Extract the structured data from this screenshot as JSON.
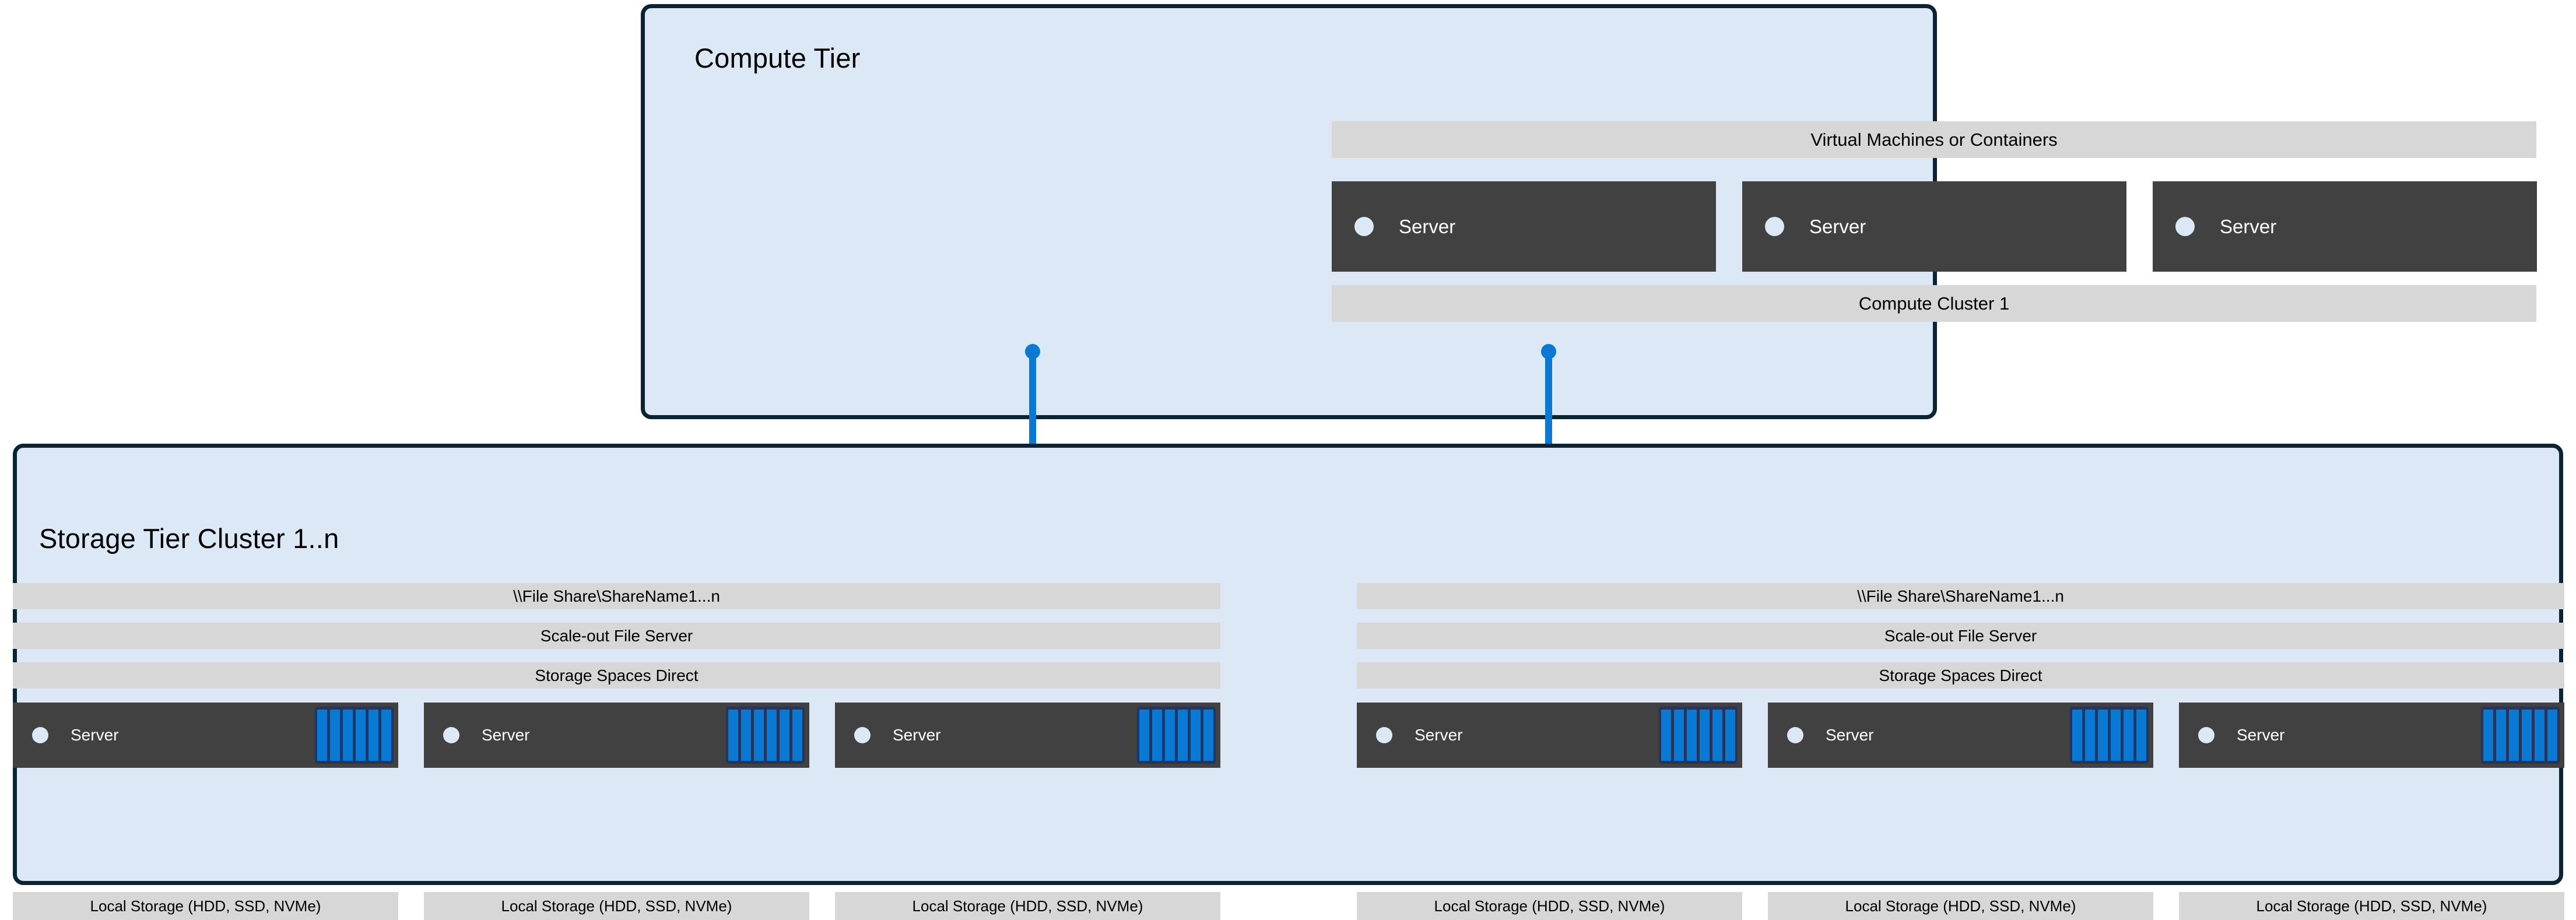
{
  "colors": {
    "panel_fill": "#dce8f6",
    "panel_border": "#0b2434",
    "bar_fill": "#d7d7d7",
    "server_fill": "#414141",
    "accent_blue": "#0a79d3",
    "disk_tray": "#23355e",
    "dot_fill": "#dce8f6"
  },
  "compute_tier": {
    "title": "Compute Tier",
    "top_bar_label": "Virtual Machines or Containers",
    "bottom_bar_label": "Compute Cluster 1",
    "servers": [
      {
        "label": "Server",
        "status_icon": "status-dot-icon"
      },
      {
        "label": "Server",
        "status_icon": "status-dot-icon"
      },
      {
        "label": "Server",
        "status_icon": "status-dot-icon"
      }
    ]
  },
  "connectors": [
    {
      "icon": "folder-icon",
      "endpoint_icon": "endpoint-dot-icon"
    },
    {
      "icon": "folder-icon",
      "endpoint_icon": "endpoint-dot-icon"
    }
  ],
  "storage_tier": {
    "title": "Storage Tier Cluster 1..n",
    "clusters": [
      {
        "bars": [
          "\\\\File Share\\ShareName1...n",
          "Scale-out File Server",
          "Storage Spaces Direct"
        ],
        "nodes": [
          {
            "label": "Server",
            "footer": "Local Storage (HDD, SSD, NVMe)",
            "disk_count": 6
          },
          {
            "label": "Server",
            "footer": "Local Storage (HDD, SSD, NVMe)",
            "disk_count": 6
          },
          {
            "label": "Server",
            "footer": "Local Storage (HDD, SSD, NVMe)",
            "disk_count": 6
          }
        ]
      },
      {
        "bars": [
          "\\\\File Share\\ShareName1...n",
          "Scale-out File Server",
          "Storage Spaces Direct"
        ],
        "nodes": [
          {
            "label": "Server",
            "footer": "Local Storage (HDD, SSD, NVMe)",
            "disk_count": 6
          },
          {
            "label": "Server",
            "footer": "Local Storage (HDD, SSD, NVMe)",
            "disk_count": 6
          },
          {
            "label": "Server",
            "footer": "Local Storage (HDD, SSD, NVMe)",
            "disk_count": 6
          }
        ]
      }
    ]
  }
}
